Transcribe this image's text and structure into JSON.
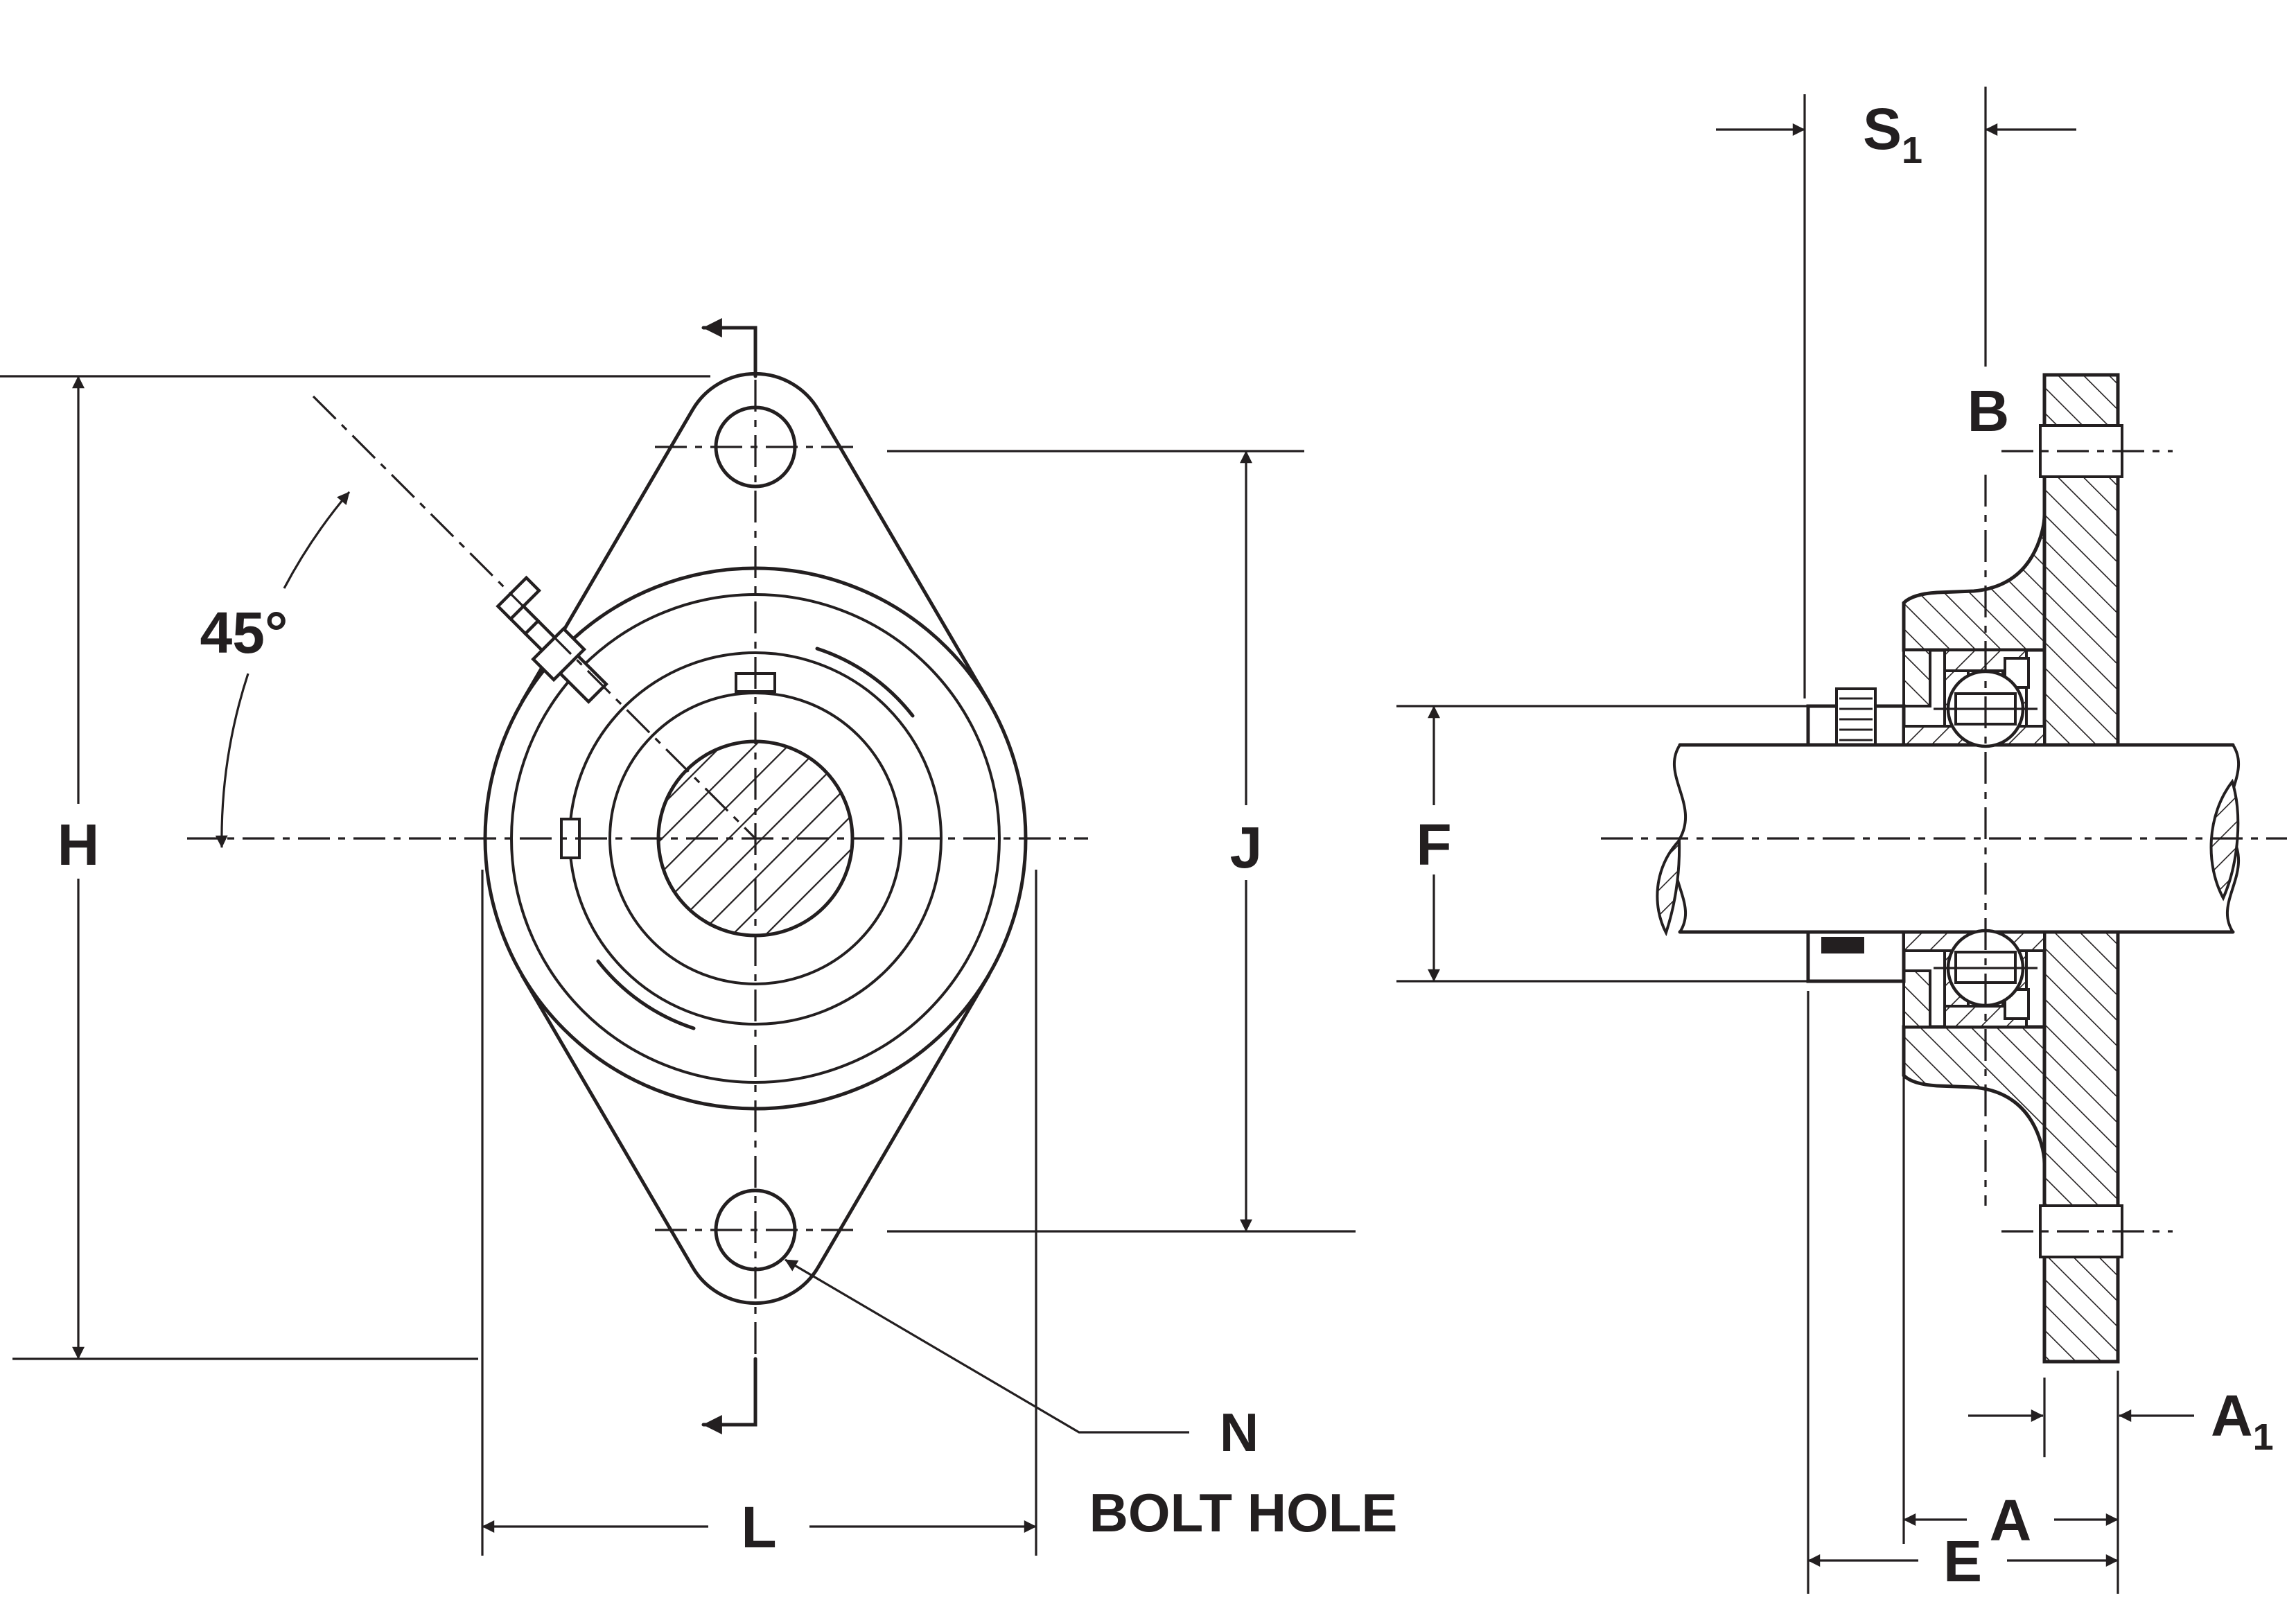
{
  "colors": {
    "line": "#231f20",
    "background": "#ffffff"
  },
  "front_view": {
    "angle_label": "45°",
    "labels": {
      "overall_height": "H",
      "bolt_center_height": "J",
      "flange_width": "L"
    },
    "bolt_hole_note": {
      "line1": "N",
      "line2": "BOLT HOLE"
    }
  },
  "side_view": {
    "labels": {
      "s1_main": "S",
      "s1_sub": "1",
      "bearing_center": "B",
      "collar_height": "F",
      "a1_main": "A",
      "a1_sub": "1",
      "housing_width": "A",
      "overall_width": "E"
    }
  }
}
